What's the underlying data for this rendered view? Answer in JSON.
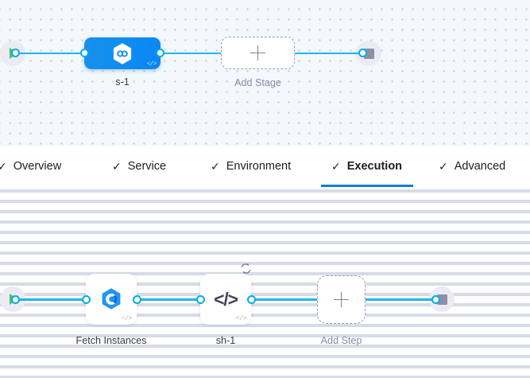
{
  "stage_canvas": {
    "name": "pipeline-stages-canvas",
    "start_node": {
      "icon": "play-icon",
      "label": ""
    },
    "end_node": {
      "icon": "stop-square-icon",
      "label": ""
    },
    "stages": [
      {
        "label": "s-1",
        "icon": "hexagon-infinity-icon",
        "badge": "</>",
        "type": "stage"
      }
    ],
    "add_stage": {
      "label": "Add Stage",
      "icon": "plus-icon"
    }
  },
  "tabs": {
    "items": [
      {
        "label": "Overview",
        "check": "✓",
        "active": false
      },
      {
        "label": "Service",
        "check": "✓",
        "active": false
      },
      {
        "label": "Environment",
        "check": "✓",
        "active": false
      },
      {
        "label": "Execution",
        "check": "✓",
        "active": true
      },
      {
        "label": "Advanced",
        "check": "✓",
        "active": false
      }
    ]
  },
  "step_canvas": {
    "name": "execution-steps-canvas",
    "start_node": {
      "icon": "play-icon"
    },
    "end_node": {
      "icon": "stop-square-icon"
    },
    "steps": [
      {
        "label": "Fetch Instances",
        "icon": "harness-hexagon-icon",
        "badge": "</>",
        "loop": false
      },
      {
        "label": "sh-1",
        "icon": "code-angle-brackets-icon",
        "badge": "</>",
        "loop": true,
        "loop_icon": "repeat-loop-icon"
      }
    ],
    "add_step": {
      "label": "Add Step",
      "icon": "plus-icon"
    }
  },
  "colors": {
    "accent_blue": "#0b7fd4",
    "connector_blue": "#00ade4",
    "stage_blue": "#0f8ff0",
    "start_green": "#4dc26a",
    "stop_gray": "#8e8fa6",
    "dashed_gray": "#9a9cb4",
    "label_dark": "#383946",
    "label_muted": "#8b8da4",
    "canvas_top_bg": "#f2f8fc",
    "canvas_bottom_bg": "#ffffff"
  }
}
